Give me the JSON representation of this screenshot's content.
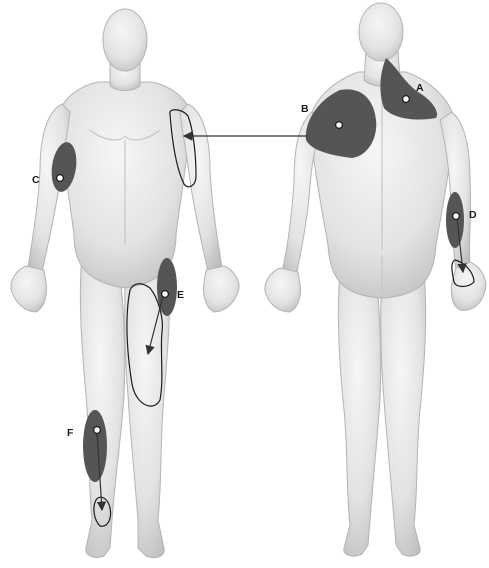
{
  "figure": {
    "views": [
      "anterior",
      "posterior"
    ],
    "colors": {
      "skin": "#e8e8e8",
      "skin_shade": "#bdbdbd",
      "zone_fill": "#555555",
      "outline": "#1c1c1c"
    }
  },
  "labels": {
    "A": "A",
    "B": "B",
    "C": "C",
    "D": "D",
    "E": "E",
    "F": "F"
  }
}
